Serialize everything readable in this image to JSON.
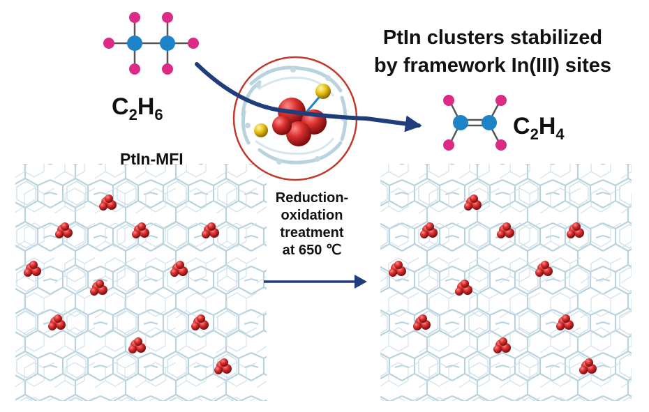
{
  "title": {
    "line1": "PtIn clusters stabilized",
    "line2": "by framework In(III) sites"
  },
  "reactant": {
    "symbol1": "C",
    "sub1": "2",
    "symbol2": "H",
    "sub2": "6"
  },
  "product": {
    "symbol1": "C",
    "sub1": "2",
    "symbol2": "H",
    "sub2": "4"
  },
  "material_label": "PtIn-MFI",
  "treatment": {
    "line1": "Reduction-",
    "line2": "oxidation",
    "line3": "treatment",
    "line4": "at 650 ℃"
  },
  "colors": {
    "carbon": "#1e82c8",
    "hydrogen": "#dc2a87",
    "bond": "#555555",
    "arrow": "#1f3d7a",
    "framework": "#b9d3de",
    "cluster": "#c8282a",
    "indium": "#e6c21a",
    "circle_outline": "#c0392b"
  },
  "icons": [
    "ethane-molecule-icon",
    "ethene-molecule-icon",
    "ptin-cluster-icon",
    "reaction-arrow-icon",
    "process-arrow-icon"
  ]
}
